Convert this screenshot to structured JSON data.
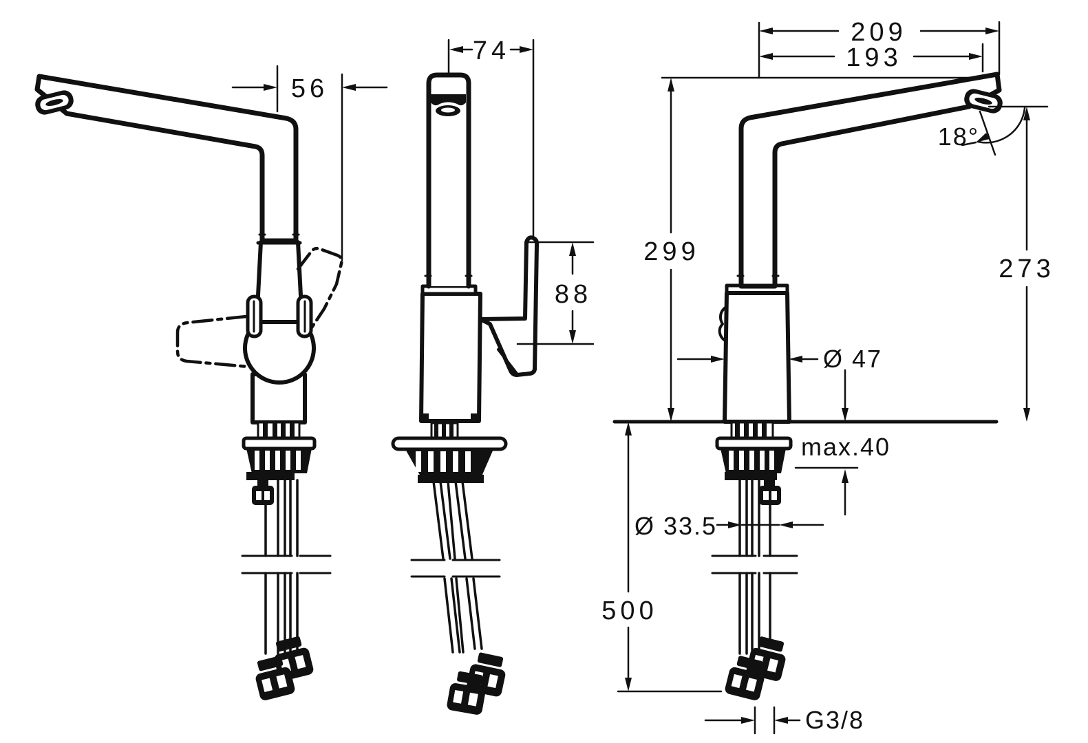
{
  "colors": {
    "line": "#111111",
    "background": "#ffffff"
  },
  "views": {
    "side_left": {
      "dims": {
        "handle_clearance": "56"
      }
    },
    "front": {
      "dims": {
        "handle_offset": "74",
        "handle_height": "88"
      }
    },
    "side_right": {
      "dims": {
        "reach_overall": "209",
        "reach_to_outlet": "193",
        "spout_angle": "18°",
        "height_overall": "299",
        "outlet_height": "273",
        "body_diameter": "Ø 47",
        "max_deck_thickness": "max.40",
        "hole_diameter": "Ø 33.5",
        "hose_length": "500",
        "connection_thread": "G3/8"
      }
    }
  }
}
